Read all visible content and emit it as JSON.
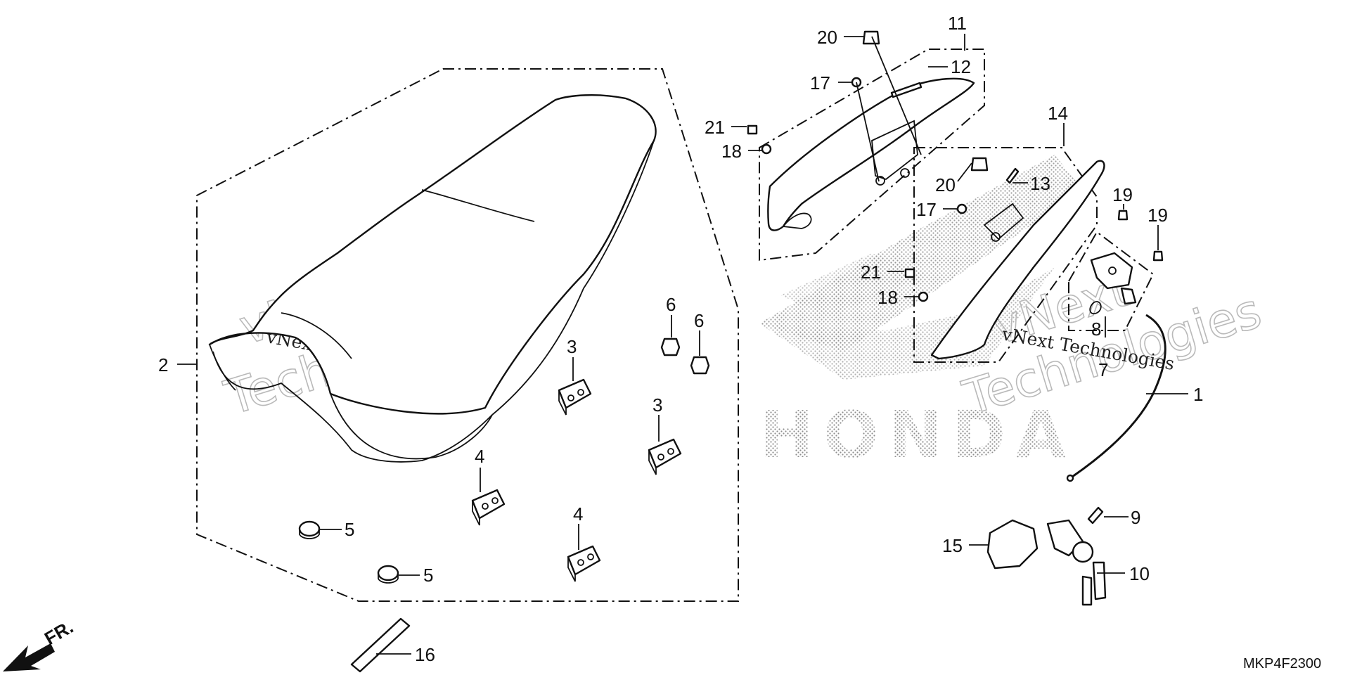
{
  "diagram_code": "MKP4F2300",
  "front_marker": "FR.",
  "watermarks": {
    "brand": "HONDA",
    "small_line": "vNext Technologies",
    "large_top": "vNext",
    "large_bottom": "Technologies"
  },
  "callouts": {
    "c1": "1",
    "c2": "2",
    "c3a": "3",
    "c3b": "3",
    "c4a": "4",
    "c4b": "4",
    "c5a": "5",
    "c5b": "5",
    "c6a": "6",
    "c6b": "6",
    "c7": "7",
    "c8": "8",
    "c9": "9",
    "c10": "10",
    "c11": "11",
    "c12": "12",
    "c13": "13",
    "c14": "14",
    "c15": "15",
    "c16": "16",
    "c17a": "17",
    "c17b": "17",
    "c18a": "18",
    "c18b": "18",
    "c19a": "19",
    "c19b": "19",
    "c20a": "20",
    "c20b": "20",
    "c21a": "21",
    "c21b": "21"
  }
}
